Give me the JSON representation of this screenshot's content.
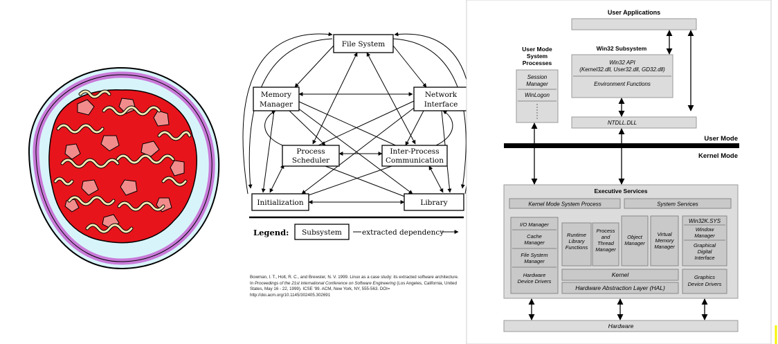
{
  "colors": {
    "plate_rim": "#c87ad8",
    "plate_fill": "#d8f4fb",
    "sauce": "#e8141c",
    "pasta": "#f4e7b2",
    "bg_gray": "#dcdcdc",
    "box_gray": "#c9c9c9",
    "accent_yellow": "#f5f500"
  },
  "spaghetti": {
    "icon": "spaghetti-plate-illustration"
  },
  "linux_diagram": {
    "nodes": {
      "file_system": "File System",
      "memory_manager_1": "Memory",
      "memory_manager_2": "Manager",
      "network_interface_1": "Network",
      "network_interface_2": "Interface",
      "process_scheduler_1": "Process",
      "process_scheduler_2": "Scheduler",
      "ipc_1": "Inter-Process",
      "ipc_2": "Communication",
      "initialization": "Initialization",
      "library": "Library"
    },
    "legend": {
      "label": "Legend:",
      "subsystem": "Subsystem",
      "dependency": "extracted dependency"
    }
  },
  "citation": {
    "part1": "Bowman, I. T., Holt, R. C., and Brewster, N. V. 1999. Linux as a case study: its extracted software architecture. In ",
    "title": "Proceedings of the 21st international Conference on Software Engineering",
    "part2": " (Los Angeles, California, United States, May 16 - 22, 1999). ICSE '99. ACM, New York, NY, 555-563. DOI= http://doi.acm.org/10.1145/302405.302691"
  },
  "windows_diagram": {
    "user_applications": "User Applications",
    "user_mode_processes_1": "User Mode",
    "user_mode_processes_2": "System",
    "user_mode_processes_3": "Processes",
    "session_manager_1": "Session",
    "session_manager_2": "Manager",
    "winlogon": "WinLogon",
    "win32_subsystem": "Win32 Subsystem",
    "win32_api_1": "Win32 API",
    "win32_api_2": "(Kernel32.dll, User32.dll, GD32.dll)",
    "environment_functions": "Environment Functions",
    "ntdll": "NTDLL.DLL",
    "user_mode": "User Mode",
    "kernel_mode": "Kernel  Mode",
    "executive_services": "Executive Services",
    "kernel_mode_system_process": "Kernel Mode System Process",
    "system_services": "System Services",
    "io_manager": "I/O Manager",
    "cache_manager_1": "Cache",
    "cache_manager_2": "Manager",
    "file_system_manager_1": "File System",
    "file_system_manager_2": "Manager",
    "hardware_device_drivers_1": "Hardware",
    "hardware_device_drivers_2": "Device Drivers",
    "runtime_library_1": "Runtime",
    "runtime_library_2": "Library",
    "runtime_library_3": "Functions",
    "process_thread_1": "Process",
    "process_thread_2": "and",
    "process_thread_3": "Thread",
    "process_thread_4": "Manager",
    "object_manager_1": "Object",
    "object_manager_2": "Manager",
    "virtual_memory_1": "Virtual",
    "virtual_memory_2": "Memory",
    "virtual_memory_3": "Manager",
    "win32k": "Win32K.SYS",
    "window_manager_1": "Window",
    "window_manager_2": "Manager",
    "graphical_1": "Graphical",
    "graphical_2": "Digital",
    "graphical_3": "Interface",
    "kernel": "Kernel",
    "hal": "Hardware Abstraction Layer (HAL)",
    "graphics_drivers_1": "Graphics",
    "graphics_drivers_2": "Device Drivers",
    "hardware": "Hardware"
  }
}
